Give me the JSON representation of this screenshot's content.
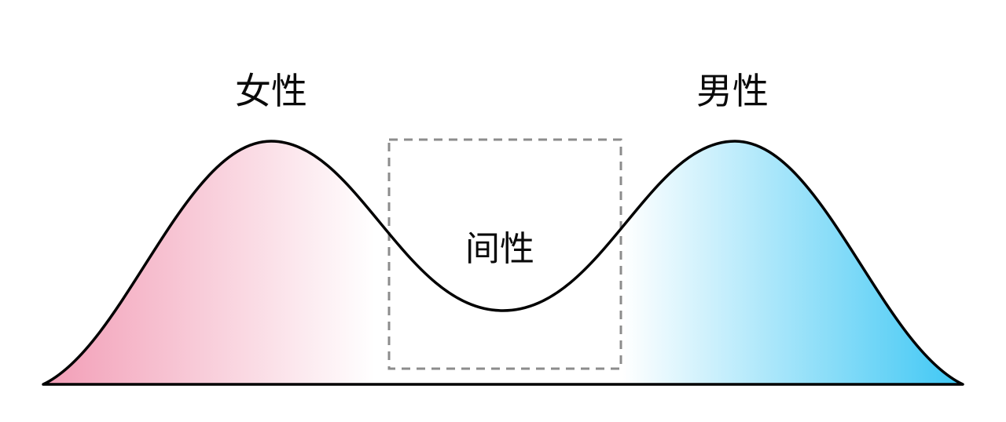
{
  "labels": {
    "female": "女性",
    "male": "男性",
    "intersex": "间性"
  },
  "colors": {
    "female_fill": "#F29DB6",
    "male_fill": "#3EC7F4",
    "fade_white": "#FFFFFF",
    "curve_stroke": "#000000",
    "dashed_box": "#8C8C8C",
    "background": "#FFFFFF"
  }
}
